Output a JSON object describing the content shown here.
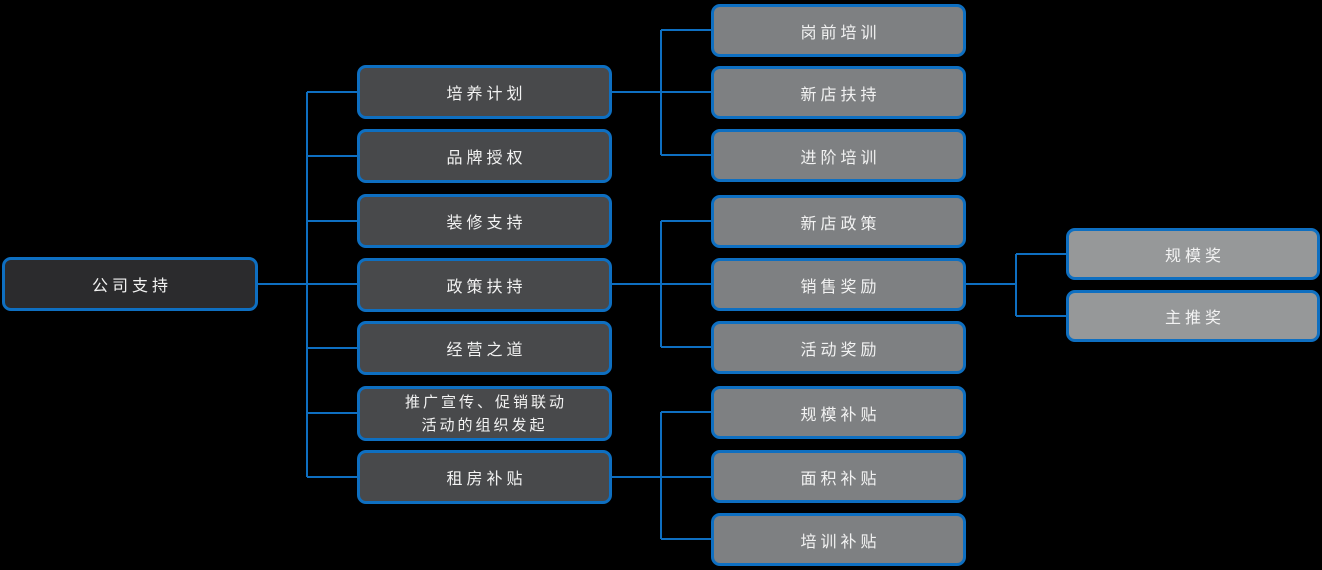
{
  "diagram": {
    "type": "org-tree-mindmap",
    "orientation": "left-to-right",
    "colors": {
      "background": "#000000",
      "connector": "#0e6fc1",
      "node_border": "#0e6fc1",
      "level1_fill": "#2b2b2d",
      "level2_fill": "#48494b",
      "level3_fill": "#7e8082",
      "level4_fill": "#969899",
      "text": "#f2f2f2"
    }
  },
  "nodes": [
    {
      "id": "company-support",
      "label": "公司支持",
      "level": 1,
      "parent": null
    },
    {
      "id": "training-plan",
      "label": "培养计划",
      "level": 2,
      "parent": "公司支持"
    },
    {
      "id": "brand-authorization",
      "label": "品牌授权",
      "level": 2,
      "parent": "公司支持"
    },
    {
      "id": "decoration-support",
      "label": "装修支持",
      "level": 2,
      "parent": "公司支持"
    },
    {
      "id": "policy-support",
      "label": "政策扶持",
      "level": 2,
      "parent": "公司支持"
    },
    {
      "id": "business-philosophy",
      "label": "经营之道",
      "level": 2,
      "parent": "公司支持"
    },
    {
      "id": "promotion-organization",
      "label": "推广宣传、促销联动\n活动的组织发起",
      "level": 2,
      "parent": "公司支持"
    },
    {
      "id": "rent-subsidy",
      "label": "租房补贴",
      "level": 2,
      "parent": "公司支持"
    },
    {
      "id": "pre-job-training",
      "label": "岗前培训",
      "level": 3,
      "parent": "培养计划"
    },
    {
      "id": "new-store-support",
      "label": "新店扶持",
      "level": 3,
      "parent": "培养计划"
    },
    {
      "id": "advanced-training",
      "label": "进阶培训",
      "level": 3,
      "parent": "培养计划"
    },
    {
      "id": "new-store-policy",
      "label": "新店政策",
      "level": 3,
      "parent": "政策扶持"
    },
    {
      "id": "sales-incentive",
      "label": "销售奖励",
      "level": 3,
      "parent": "政策扶持"
    },
    {
      "id": "activity-incentive",
      "label": "活动奖励",
      "level": 3,
      "parent": "政策扶持"
    },
    {
      "id": "scale-subsidy",
      "label": "规模补贴",
      "level": 3,
      "parent": "租房补贴"
    },
    {
      "id": "area-subsidy",
      "label": "面积补贴",
      "level": 3,
      "parent": "租房补贴"
    },
    {
      "id": "training-subsidy",
      "label": "培训补贴",
      "level": 3,
      "parent": "租房补贴"
    },
    {
      "id": "scale-award",
      "label": "规模奖",
      "level": 4,
      "parent": "销售奖励"
    },
    {
      "id": "main-push-award",
      "label": "主推奖",
      "level": 4,
      "parent": "销售奖励"
    }
  ]
}
